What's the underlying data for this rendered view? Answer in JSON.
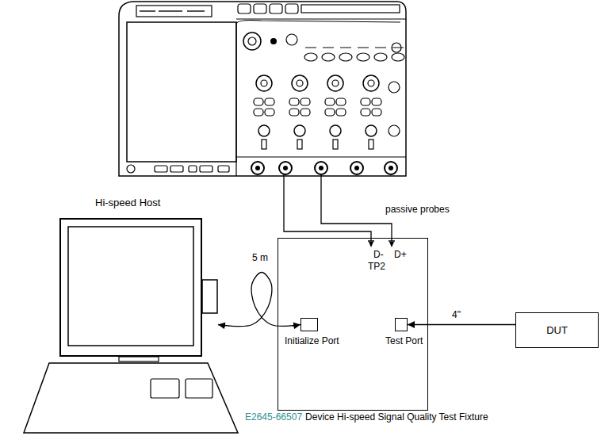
{
  "diagram": {
    "nodes": [
      {
        "text": [
          "Hi-speed Host"
        ]
      },
      {
        "text": [
          "E2645-66507",
          "Device Hi-speed Signal Quality Test Fixture"
        ]
      },
      {
        "text": [
          "Initialize Port"
        ],
        "in": 1
      },
      {
        "text": [
          "Test Port"
        ],
        "in": 1
      },
      {
        "text": [
          "DUT"
        ]
      }
    ],
    "edges": [
      {
        "from": 0,
        "to": 2,
        "label": "5 m",
        "arrow": "both"
      },
      {
        "from": 4,
        "to": 3,
        "label": "4\"",
        "arrow": "to"
      }
    ],
    "labels": [
      "passive probes",
      "D-",
      "D+",
      "TP2"
    ]
  }
}
